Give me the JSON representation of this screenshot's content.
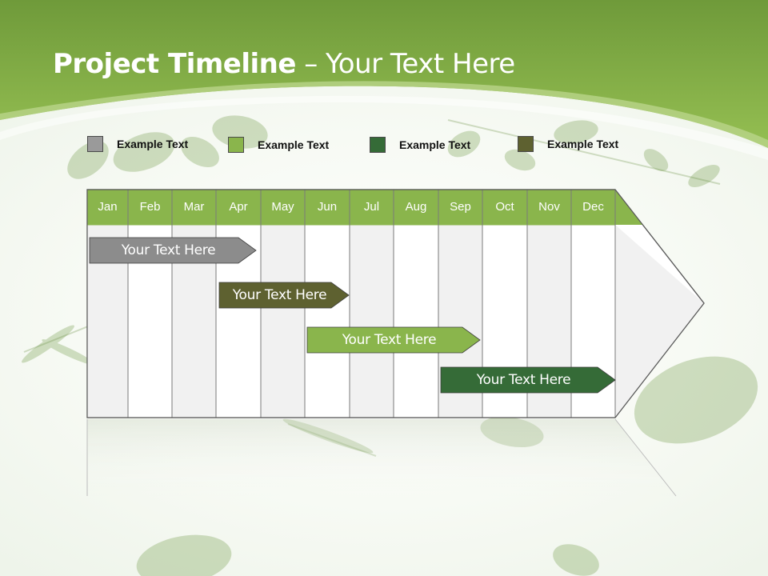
{
  "title": {
    "main": "Project Timeline",
    "sub": " – Your Text Here"
  },
  "colors": {
    "header_green": "#8ab54c",
    "header_dark": "#6f9a3a",
    "gray": "#8c8c8c",
    "light_green": "#8ab54c",
    "dark_green": "#356b37",
    "olive": "#5e6130"
  },
  "legend": [
    {
      "label": "Example Text",
      "color": "#9a9a9a"
    },
    {
      "label": "Example Text",
      "color": "#8ab54c"
    },
    {
      "label": "Example Text",
      "color": "#356b37"
    },
    {
      "label": "Example Text",
      "color": "#5e6130"
    }
  ],
  "months": [
    "Jan",
    "Feb",
    "Mar",
    "Apr",
    "May",
    "Jun",
    "Jul",
    "Aug",
    "Sep",
    "Oct",
    "Nov",
    "Dec"
  ],
  "tasks": [
    {
      "label": "Your  Text Here",
      "color": "#8c8c8c",
      "start_month": "Jan",
      "end_month": "Apr"
    },
    {
      "label": "Your  Text Here",
      "color": "#5e6130",
      "start_month": "Apr",
      "end_month": "Jun"
    },
    {
      "label": "Your  Text Here",
      "color": "#8ab54c",
      "start_month": "Jun",
      "end_month": "Sep"
    },
    {
      "label": "Your  Text Here",
      "color": "#356b37",
      "start_month": "Sep",
      "end_month": "Dec"
    }
  ]
}
